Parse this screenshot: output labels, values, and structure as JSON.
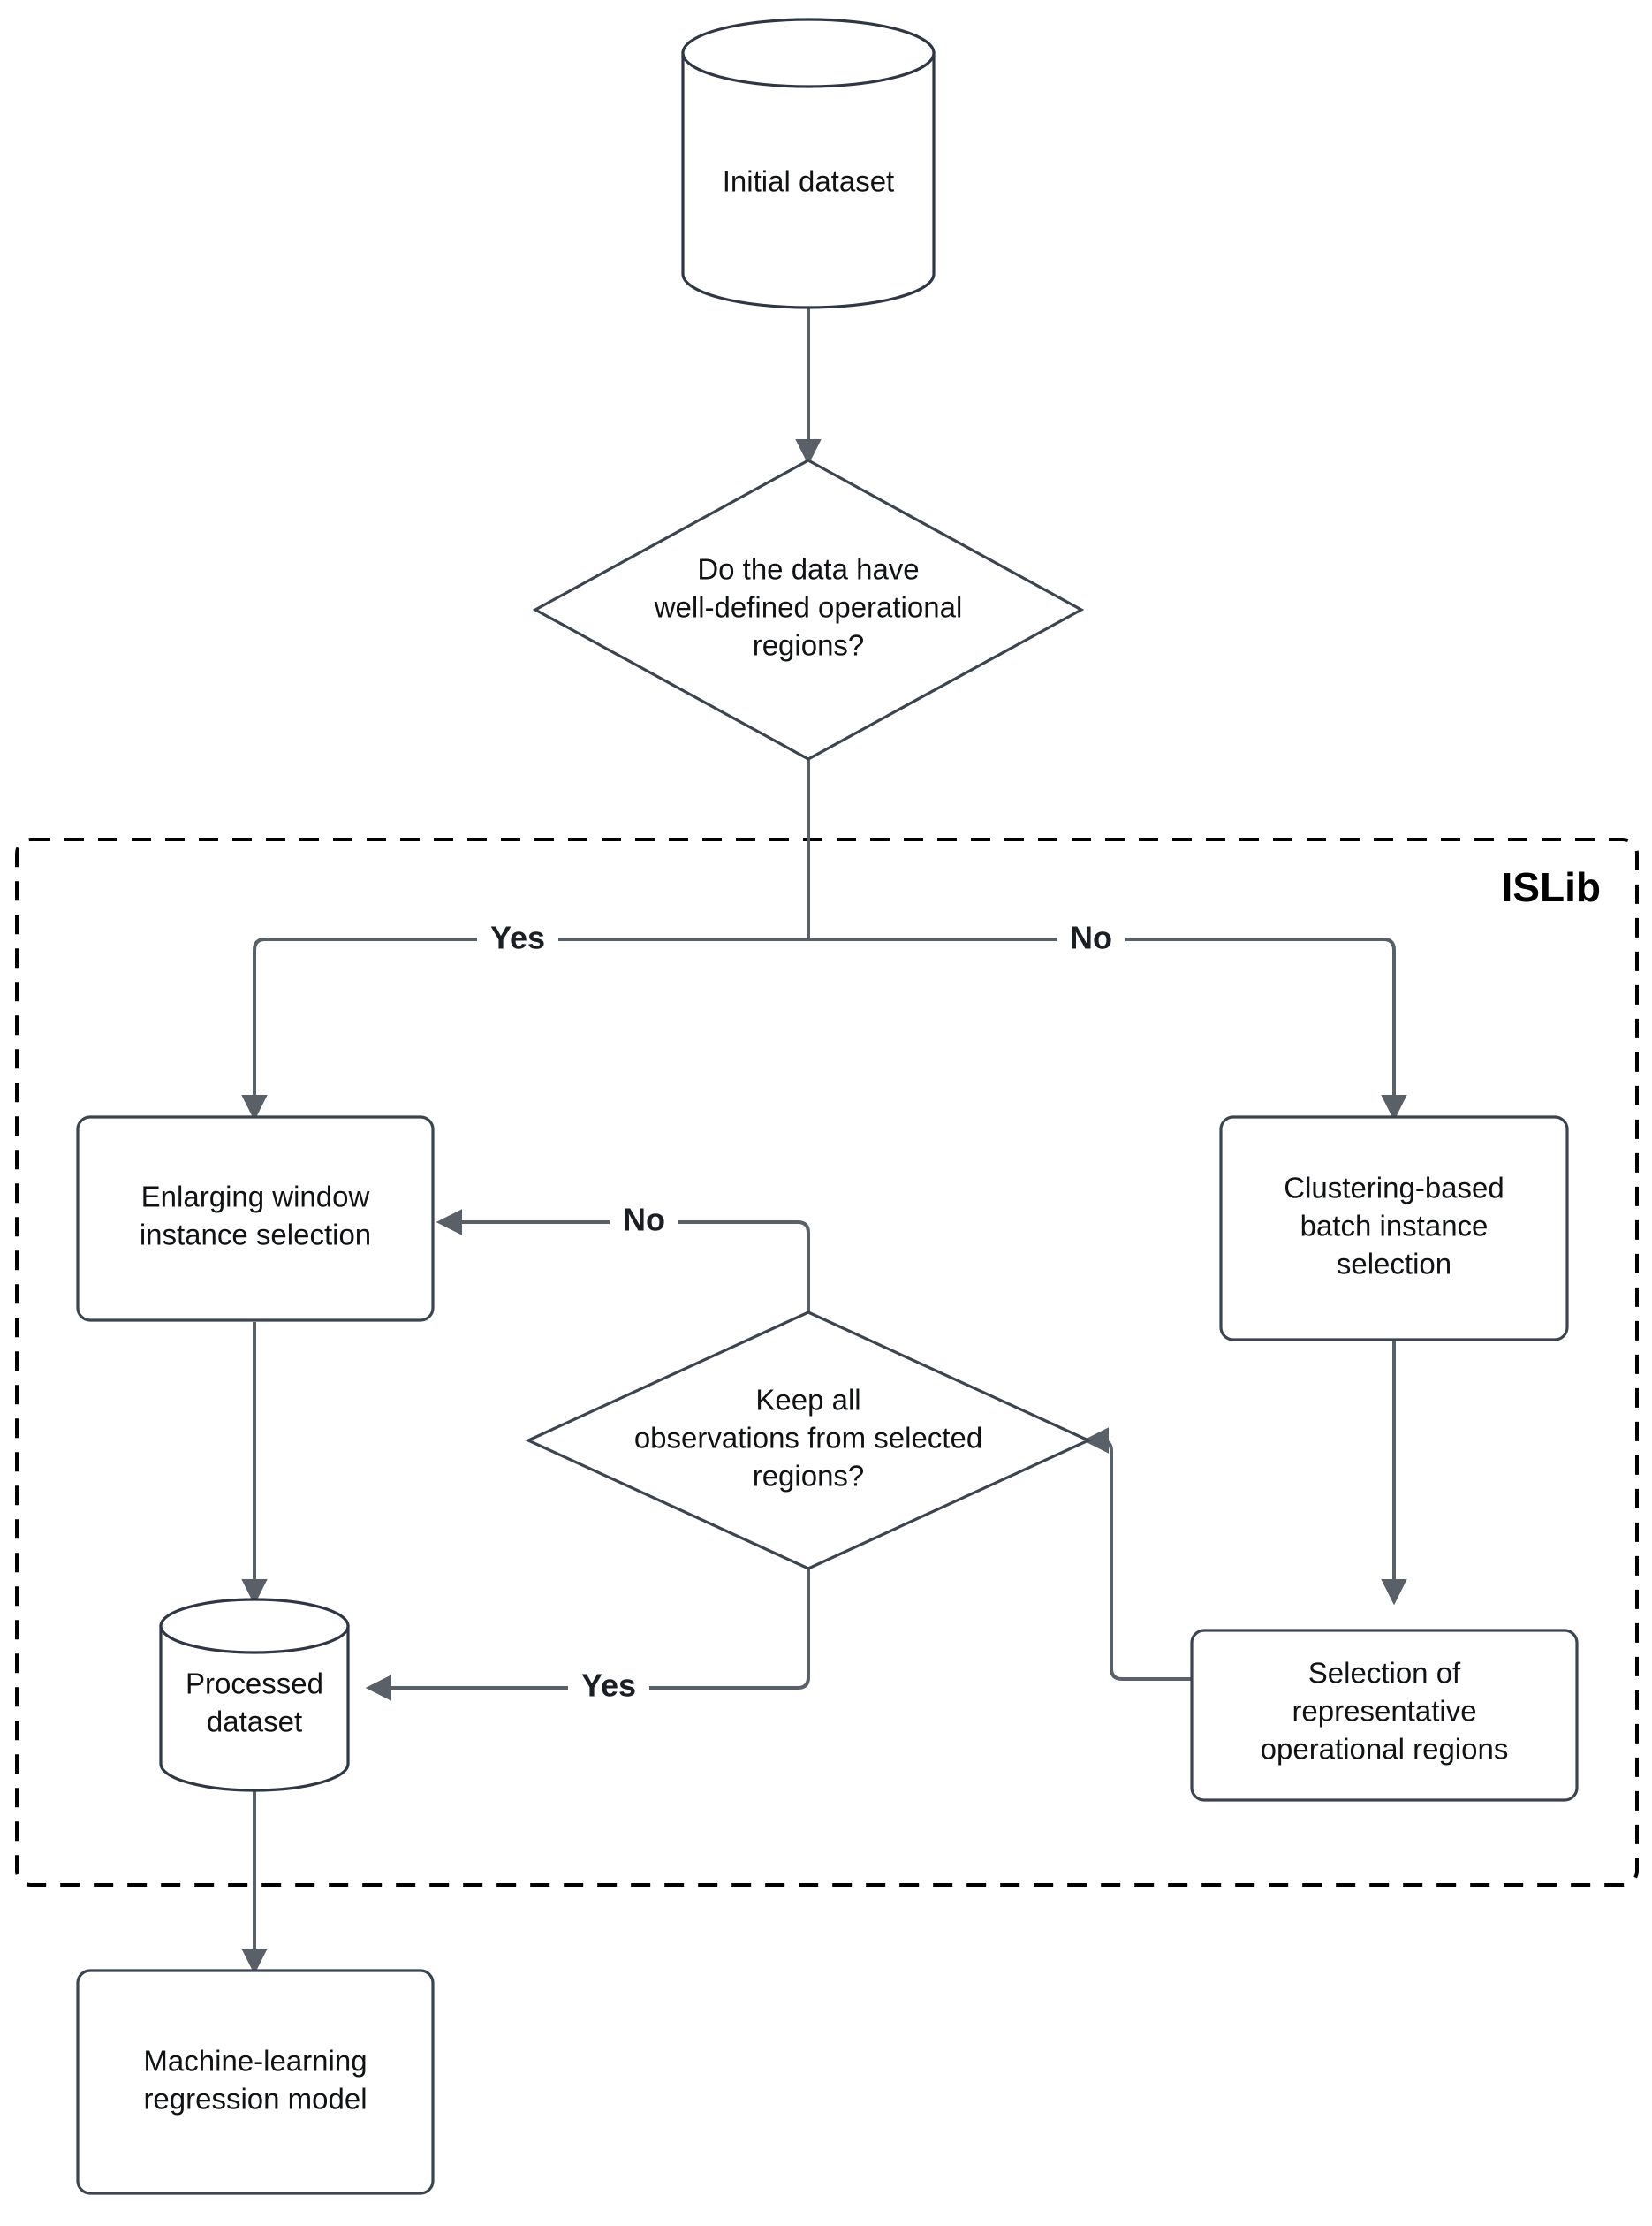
{
  "diagram": {
    "title_label": "ISLib",
    "group_box": {
      "label": "ISLib",
      "style": "dashed",
      "color": "#000000"
    },
    "colors": {
      "shape_stroke": "#3c444f",
      "connector_stroke": "#5a6068",
      "shape_fill": "#ffffff",
      "text": "#101214",
      "group_dash": "#000000"
    },
    "nodes": [
      {
        "id": "initial-dataset",
        "type": "cylinder",
        "label": "Initial dataset",
        "lines": [
          "Initial dataset"
        ]
      },
      {
        "id": "decision-operational-regions",
        "type": "diamond",
        "label": "Do the data have well-defined operational regions?",
        "lines": [
          "Do the data have",
          "well-defined operational",
          "regions?"
        ]
      },
      {
        "id": "enlarging-window-instance-selection",
        "type": "process",
        "label": "Enlarging window instance selection",
        "lines": [
          "Enlarging window",
          "instance selection"
        ]
      },
      {
        "id": "clustering-based-batch-instance-selection",
        "type": "process",
        "label": "Clustering-based batch instance selection",
        "lines": [
          "Clustering-based",
          "batch instance",
          "selection"
        ]
      },
      {
        "id": "decision-keep-all-observations",
        "type": "diamond",
        "label": "Keep all observations from selected regions?",
        "lines": [
          "Keep all",
          "observations from selected",
          "regions?"
        ]
      },
      {
        "id": "selection-representative-operational-regions",
        "type": "process",
        "label": "Selection of representative operational regions",
        "lines": [
          "Selection of",
          "representative",
          "operational regions"
        ]
      },
      {
        "id": "processed-dataset",
        "type": "cylinder",
        "label": "Processed dataset",
        "lines": [
          "Processed",
          "dataset"
        ]
      },
      {
        "id": "machine-learning-regression-model",
        "type": "process",
        "label": "Machine-learning regression model",
        "lines": [
          "Machine-learning",
          "regression model"
        ]
      }
    ],
    "edges": [
      {
        "id": "e1",
        "from": "initial-dataset",
        "to": "decision-operational-regions",
        "label": ""
      },
      {
        "id": "e2",
        "from": "decision-operational-regions",
        "to": "enlarging-window-instance-selection",
        "label": "Yes"
      },
      {
        "id": "e3",
        "from": "decision-operational-regions",
        "to": "clustering-based-batch-instance-selection",
        "label": "No"
      },
      {
        "id": "e4",
        "from": "decision-keep-all-observations",
        "to": "enlarging-window-instance-selection",
        "label": "No"
      },
      {
        "id": "e5",
        "from": "decision-keep-all-observations",
        "to": "processed-dataset",
        "label": "Yes"
      },
      {
        "id": "e6",
        "from": "clustering-based-batch-instance-selection",
        "to": "selection-representative-operational-regions",
        "label": ""
      },
      {
        "id": "e7",
        "from": "selection-representative-operational-regions",
        "to": "decision-keep-all-observations",
        "label": ""
      },
      {
        "id": "e8",
        "from": "enlarging-window-instance-selection",
        "to": "processed-dataset",
        "label": ""
      },
      {
        "id": "e9",
        "from": "processed-dataset",
        "to": "machine-learning-regression-model",
        "label": ""
      }
    ]
  }
}
